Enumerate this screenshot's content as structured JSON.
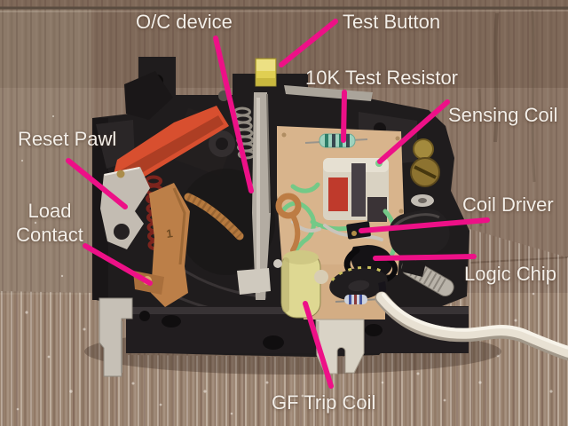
{
  "figure": {
    "alt": "Photograph of a disassembled GFCI circuit breaker lying on brown wood decking, with nine annotated component labels connected by pink leader lines"
  },
  "labels": {
    "oc_device": "O/C device",
    "test_button": "Test Button",
    "test_resistor": "10K Test Resistor",
    "sensing_coil": "Sensing Coil",
    "reset_pawl": "Reset Pawl",
    "load_contact_lines": [
      "Load",
      "Contact"
    ],
    "coil_driver": "Coil Driver",
    "logic_chip": "Logic Chip",
    "gf_trip_coil": "GF Trip Coil"
  },
  "part_markings": {
    "copper_blade": "1"
  },
  "colors": {
    "annotation_pink": "#ed1087",
    "label_white": "#f3efe9",
    "wood_base": "#8d7767",
    "wood_light_bottom": "#a08875",
    "breaker_black": "#1f1c1d",
    "lever_red": "#d84f2f",
    "button_yellow": "#e0cf52",
    "pcb_tan": "#d8b48c",
    "metal_silver": "#c3bcb2",
    "copper": "#bc7f48",
    "wire_green": "#74c987",
    "coil_cream": "#ded892",
    "wire_white": "#e8e1d3",
    "brass": "#9d8138"
  }
}
